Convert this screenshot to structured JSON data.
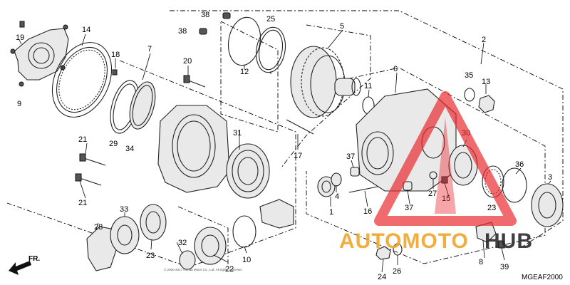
{
  "diagram_code": "MGEAF2000",
  "direction_label": "FR.",
  "watermark": {
    "text_accent": "AUTOMOTO",
    "text_dark": "HUB",
    "accent_color": "#e8262a",
    "gold_color": "#f0a52a",
    "dark_color": "#2b2b2b"
  },
  "copyright_line": "© 2000-2017 Honda Motor Co., Ltd. All rights reserved.",
  "part_numbers": [
    "1",
    "2",
    "3",
    "4",
    "5",
    "6",
    "7",
    "8",
    "9",
    "10",
    "11",
    "12",
    "13",
    "14",
    "15",
    "16",
    "17",
    "18",
    "19",
    "20",
    "21",
    "21",
    "22",
    "23",
    "23",
    "24",
    "25",
    "26",
    "27",
    "28",
    "29",
    "30",
    "31",
    "32",
    "33",
    "34",
    "35",
    "36",
    "37",
    "37",
    "38",
    "38",
    "39"
  ]
}
